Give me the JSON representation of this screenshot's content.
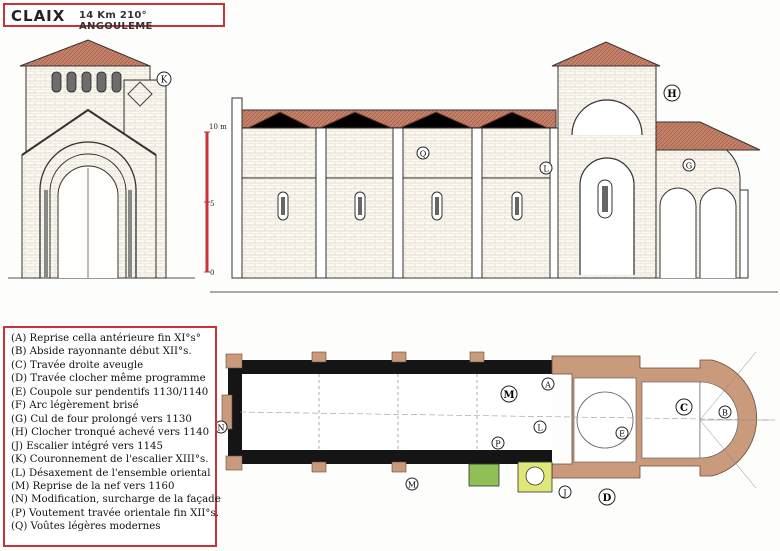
{
  "header": {
    "title": "CLAIX",
    "subtitle": "14 Km 210° ANGOULEME"
  },
  "scale": {
    "top_label": "10 m",
    "mid_label": "5",
    "bottom_label": "0"
  },
  "elevation_markers": {
    "k": "K",
    "h": "H",
    "q": "Q",
    "l": "L",
    "g": "G"
  },
  "plan_markers": {
    "a": "A",
    "b": "B",
    "c": "C",
    "d": "D",
    "e": "E",
    "j": "J",
    "l": "L",
    "m_big": "M",
    "m_small": "M",
    "n": "N",
    "p": "P"
  },
  "legend": [
    "(A)  Reprise cella antérieure fin XI°s°",
    "(B)  Abside rayonnante début XII°s.",
    "(C)  Travée droite aveugle",
    "(D)  Travée clocher même programme",
    "(E)  Coupole sur pendentifs 1130/1140",
    "(F)  Arc légèrement brisé",
    "(G)  Cul de four prolongé vers 1130",
    "(H)  Clocher tronqué achevé vers 1140",
    "(J)  Escalier intégré vers 1145",
    "(K)  Couronnement de l'escalier XIII°s.",
    "(L)  Désaxement de l'ensemble oriental",
    "(M)  Reprise de la nef vers 1160",
    "(N)  Modification, surcharge de la façade",
    "(P)  Voutement travée orientale fin XII°s.",
    "(Q)  Voûtes légères modernes"
  ],
  "colors": {
    "frame": "#c8333a",
    "roof": "#b86a55",
    "wall_black": "#151515",
    "wall_tan": "#c99a7c",
    "wall_green": "#8fbf55",
    "wall_yellow": "#dfe67a",
    "scale_red": "#c8333a"
  }
}
